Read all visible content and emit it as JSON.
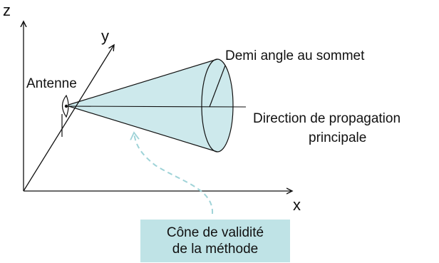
{
  "axes": {
    "x_label": "x",
    "y_label": "y",
    "z_label": "z"
  },
  "labels": {
    "antenna": "Antenne",
    "half_angle": "Demi angle au sommet",
    "direction_line1": "Direction de propagation",
    "direction_line2": "principale"
  },
  "callout": {
    "line1": "Cône de validité",
    "line2": "de la méthode"
  },
  "colors": {
    "cone_fill": "#cde9ec",
    "callout_fill": "#bfe3e6",
    "dashed_arrow": "#9fd3d8",
    "lines": "#111111"
  }
}
